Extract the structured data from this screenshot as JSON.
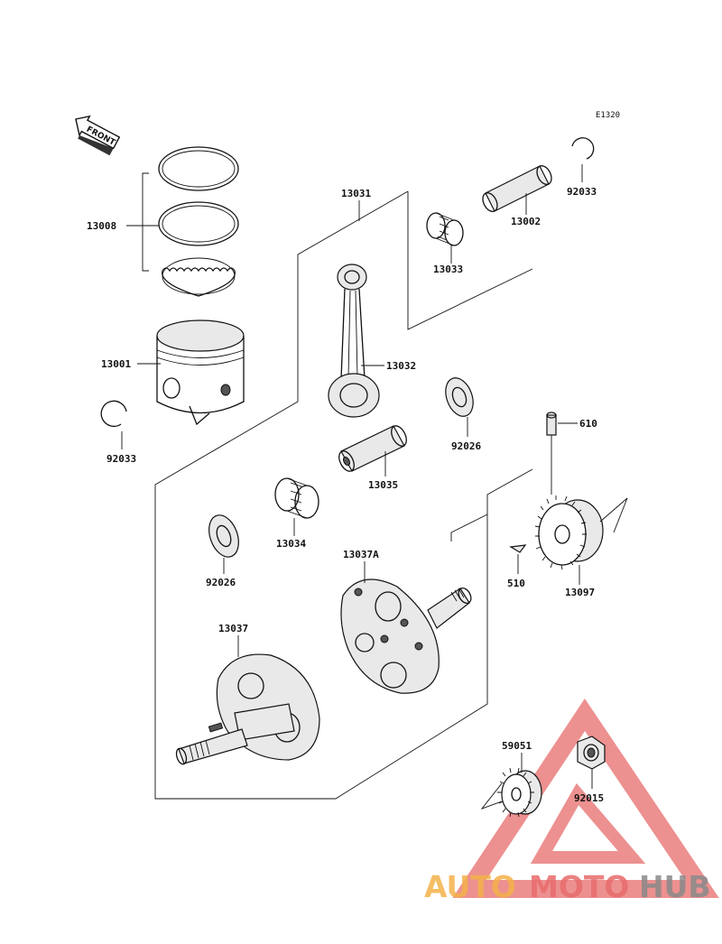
{
  "diagram_code": "E1320",
  "front_label": "FRONT",
  "parts": [
    {
      "id": "13008"
    },
    {
      "id": "13001"
    },
    {
      "id": "92033_left",
      "label": "92033"
    },
    {
      "id": "13031"
    },
    {
      "id": "13033"
    },
    {
      "id": "13002"
    },
    {
      "id": "92033_right",
      "label": "92033"
    },
    {
      "id": "13032"
    },
    {
      "id": "92026_right",
      "label": "92026"
    },
    {
      "id": "610"
    },
    {
      "id": "13035"
    },
    {
      "id": "13034"
    },
    {
      "id": "92026_left",
      "label": "92026"
    },
    {
      "id": "13037A"
    },
    {
      "id": "510"
    },
    {
      "id": "13097"
    },
    {
      "id": "13037"
    },
    {
      "id": "59051"
    },
    {
      "id": "92015"
    }
  ],
  "labels": {
    "p13008": "13008",
    "p13001": "13001",
    "p92033a": "92033",
    "p13031": "13031",
    "p13033": "13033",
    "p13002": "13002",
    "p92033b": "92033",
    "p13032": "13032",
    "p92026b": "92026",
    "p610": "610",
    "p13035": "13035",
    "p13034": "13034",
    "p92026a": "92026",
    "p13037A": "13037A",
    "p510": "510",
    "p13097": "13097",
    "p13037": "13037",
    "p59051": "59051",
    "p92015": "92015"
  },
  "watermark": {
    "part1": "AUTO",
    "part2": "MOTO",
    "part3": "HUB",
    "color_orange": "#f4b24a",
    "color_red": "#e86c6c",
    "color_gray": "#8a8a8a"
  }
}
